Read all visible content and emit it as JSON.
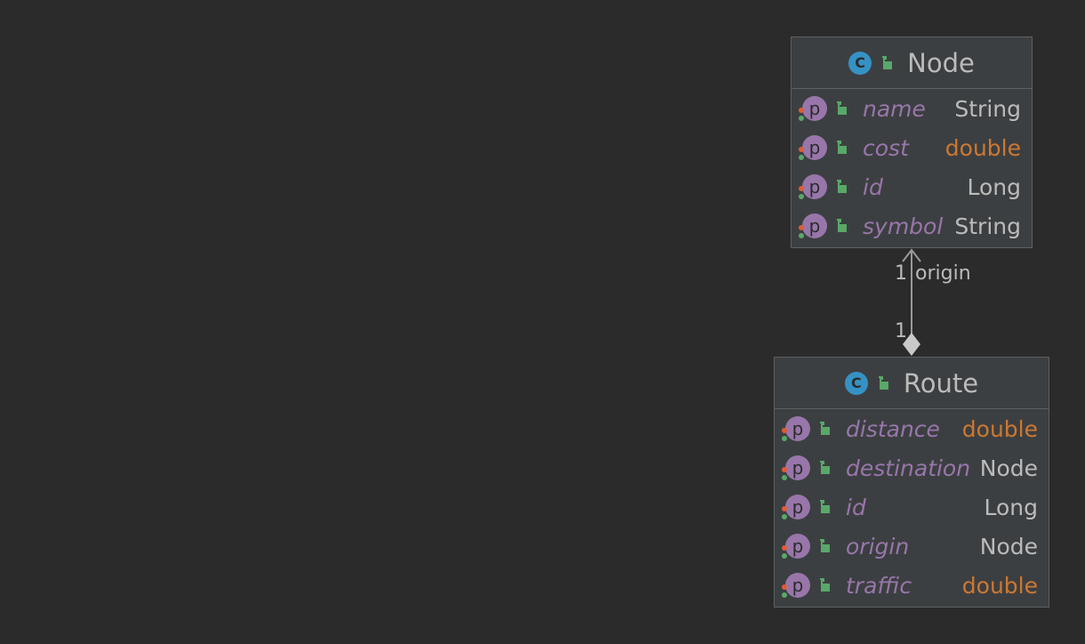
{
  "diagram": {
    "classes": [
      {
        "name": "Node",
        "icon": "class-icon",
        "icon_letter": "C",
        "visibility_icon": "public-lock-icon",
        "fields": [
          {
            "name": "name",
            "type": "String",
            "kind": "reference"
          },
          {
            "name": "cost",
            "type": "double",
            "kind": "primitive"
          },
          {
            "name": "id",
            "type": "Long",
            "kind": "reference"
          },
          {
            "name": "symbol",
            "type": "String",
            "kind": "reference"
          }
        ]
      },
      {
        "name": "Route",
        "icon": "class-icon",
        "icon_letter": "C",
        "visibility_icon": "public-lock-icon",
        "fields": [
          {
            "name": "distance",
            "type": "double",
            "kind": "primitive"
          },
          {
            "name": "destination",
            "type": "Node",
            "kind": "reference"
          },
          {
            "name": "id",
            "type": "Long",
            "kind": "reference"
          },
          {
            "name": "origin",
            "type": "Node",
            "kind": "reference"
          },
          {
            "name": "traffic",
            "type": "double",
            "kind": "primitive"
          }
        ]
      }
    ],
    "relationships": [
      {
        "type": "composition",
        "from": "Route",
        "to": "Node",
        "role": "origin",
        "target_multiplicity": "1",
        "source_multiplicity": "1"
      }
    ],
    "property_icon_letter": "p",
    "colors": {
      "background": "#2b2b2b",
      "box": "#3c3f41",
      "border": "#5e6060",
      "field_name": "#9876aa",
      "primitive_type": "#cc7832",
      "reference_type": "#bbbbbb",
      "class_icon": "#3592c4",
      "lock_icon": "#59a869"
    }
  }
}
